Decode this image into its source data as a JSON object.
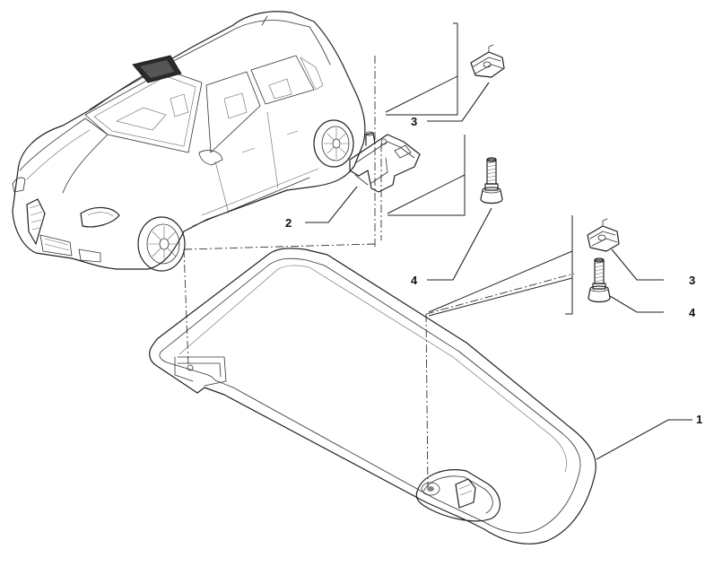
{
  "callouts": [
    {
      "id": "1",
      "label": "1",
      "part": "sun-visor"
    },
    {
      "id": "2",
      "label": "2",
      "part": "visor-hinge-bracket"
    },
    {
      "id": "3a",
      "label": "3",
      "part": "clip-nut"
    },
    {
      "id": "3b",
      "label": "3",
      "part": "clip-nut"
    },
    {
      "id": "4a",
      "label": "4",
      "part": "screw"
    },
    {
      "id": "4b",
      "label": "4",
      "part": "screw"
    }
  ],
  "colors": {
    "line": "#222222",
    "background": "#ffffff",
    "tint": "#d9d9d9"
  }
}
